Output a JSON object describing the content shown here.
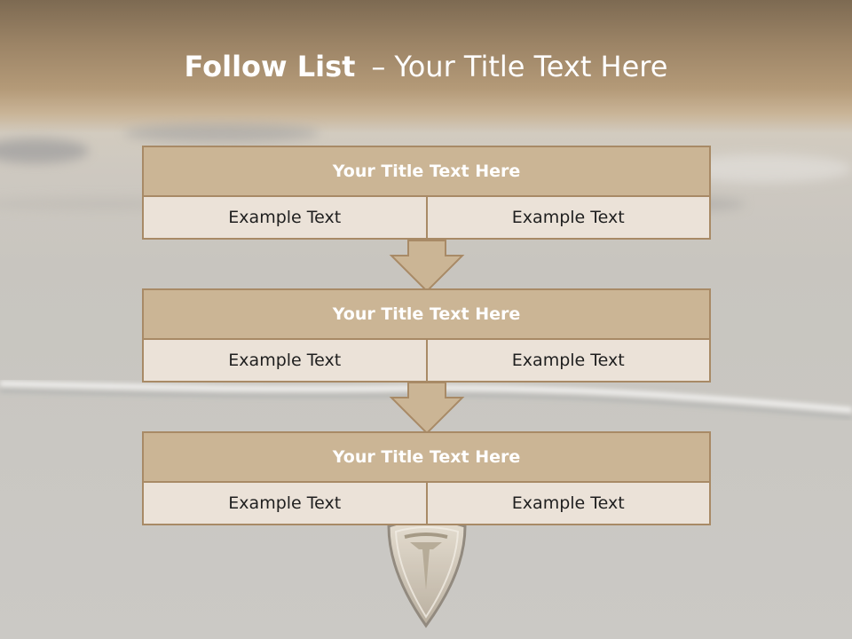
{
  "slide": {
    "title_bold": "Follow List",
    "title_dash": "–",
    "title_rest": "Your Title Text Here"
  },
  "blocks": [
    {
      "title": "Your Title Text Here",
      "left": "Example Text",
      "right": "Example Text"
    },
    {
      "title": "Your Title Text Here",
      "left": "Example Text",
      "right": "Example Text"
    },
    {
      "title": "Your Title Text Here",
      "left": "Example Text",
      "right": "Example Text"
    }
  ],
  "colors": {
    "header_fill": "#cbb595",
    "cell_fill": "#ebe2d8",
    "border": "#a88a66",
    "arrow_fill": "#cbb595",
    "title_text": "#ffffff"
  }
}
